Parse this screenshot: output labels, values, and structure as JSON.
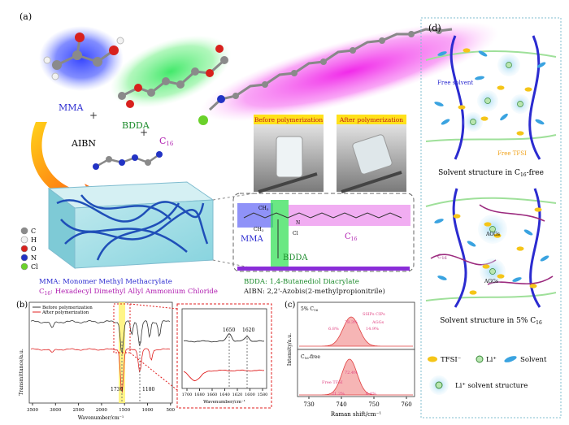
{
  "panel_a": {
    "label": "(a)",
    "mma": "MMA",
    "plus1": "+",
    "bdda": "BDDA",
    "plus2": "+",
    "c16": "C",
    "c16_sub": "16",
    "aibn": "AIBN",
    "before": "Before polymerization",
    "after": "After polymerization",
    "legend": [
      {
        "name": "C",
        "color": "#8a8a8a"
      },
      {
        "name": "H",
        "color": "#f2f2f2"
      },
      {
        "name": "O",
        "color": "#d8211d"
      },
      {
        "name": "N",
        "color": "#2233c4"
      },
      {
        "name": "Cl",
        "color": "#6ad12a"
      }
    ],
    "struct_mma": "MMA",
    "struct_bdda": "BDDA",
    "struct_c16": "C",
    "struct_c16_sub": "16",
    "ch3": "CH",
    "ch3_sub": "3",
    "cl": "Cl",
    "n_label": "N",
    "def_mma": "MMA: Monomer Methyl Methacrylate",
    "def_c16_pre": "C",
    "def_c16_sub": "16",
    "def_c16": ": Hexadecyl Dimethyl Allyl Ammonium Chloride",
    "def_bdda": "BDDA: 1,4-Butanediol Diacrylate",
    "def_aibn": "AIBN: 2,2'-Azobis(2-methylpropionitrile)"
  },
  "panel_b": {
    "label": "(b)",
    "legend_before": "Before polymerization",
    "legend_after": "After polymerization",
    "ylabel": "Transmittance/a.u.",
    "xlabel": "Wavenumber/cm⁻¹",
    "ticks": [
      "3500",
      "3000",
      "2500",
      "2000",
      "1500",
      "1000",
      "500"
    ],
    "ann_1730": "1730",
    "ann_1180": "1180",
    "inset_ticks": [
      "1700",
      "1680",
      "1660",
      "1640",
      "1620",
      "1600",
      "1580"
    ],
    "inset_xlabel": "Wavenumber/cm⁻¹",
    "inset_1650": "1650",
    "inset_1620": "1620"
  },
  "panel_c": {
    "label": "(c)",
    "ylabel": "Intensity/a.u.",
    "xlabel": "Raman shift/cm⁻¹",
    "ticks": [
      "730",
      "740",
      "750",
      "760"
    ],
    "top_title": "5% C",
    "top_title_sub": "16",
    "top_ssip": "SSIPs CIPs",
    "top_aggs": "AGGs",
    "top_v1": "6.8%",
    "top_v2": "78.3%",
    "top_v3": "14.9%",
    "bot_title": "C",
    "bot_title_sub": "16",
    "bot_title_post": "-free",
    "bot_free": "Free TFSI",
    "bot_v1": "21.2%",
    "bot_v2": "72.4%",
    "bot_v3": "6.4%"
  },
  "panel_d": {
    "label": "(d)",
    "free_solvent": "Free solvent",
    "free_tfsi": "Free TFSI",
    "caption1_pre": "Solvent structure in C",
    "caption1_sub": "16",
    "caption1_post": "-free",
    "aggs": "AGGs",
    "c16": "C",
    "c16_sub": "16",
    "caption2_pre": "Solvent structure in 5% C",
    "caption2_sub": "16",
    "leg_tfsi": "TFSI⁻",
    "leg_li": "Li⁺",
    "leg_solvent": "Solvent",
    "leg_li_solvent": "Li⁺ solvent structure"
  }
}
